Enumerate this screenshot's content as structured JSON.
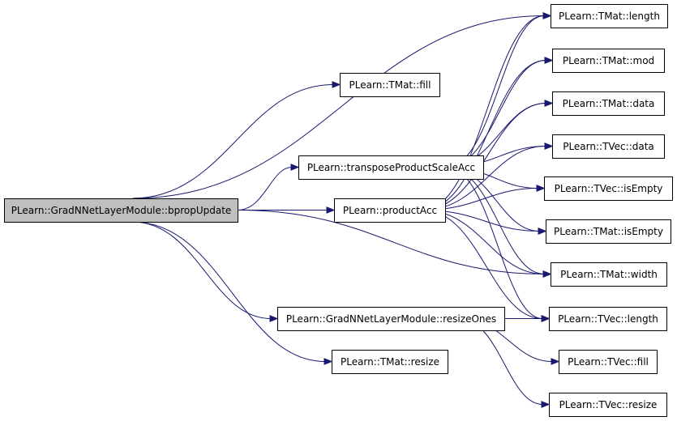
{
  "diagram": {
    "nodes": [
      {
        "id": "bprop",
        "label": "PLearn::GradNNetLayerModule::bpropUpdate",
        "root": true
      },
      {
        "id": "fill",
        "label": "PLearn::TMat::fill"
      },
      {
        "id": "tpsa",
        "label": "PLearn::transposeProductScaleAcc"
      },
      {
        "id": "prodacc",
        "label": "PLearn::productAcc"
      },
      {
        "id": "resizeones",
        "label": "PLearn::GradNNetLayerModule::resizeOnes"
      },
      {
        "id": "resize",
        "label": "PLearn::TMat::resize"
      },
      {
        "id": "tlength",
        "label": "PLearn::TMat::length"
      },
      {
        "id": "tmod",
        "label": "PLearn::TMat::mod"
      },
      {
        "id": "tdata",
        "label": "PLearn::TMat::data"
      },
      {
        "id": "vdata",
        "label": "PLearn::TVec::data"
      },
      {
        "id": "visempty",
        "label": "PLearn::TVec::isEmpty"
      },
      {
        "id": "tisempty",
        "label": "PLearn::TMat::isEmpty"
      },
      {
        "id": "twidth",
        "label": "PLearn::TMat::width"
      },
      {
        "id": "vlength",
        "label": "PLearn::TVec::length"
      },
      {
        "id": "vfill",
        "label": "PLearn::TVec::fill"
      },
      {
        "id": "vresize",
        "label": "PLearn::TVec::resize"
      }
    ],
    "edges": [
      [
        "bprop",
        "fill"
      ],
      [
        "bprop",
        "tpsa"
      ],
      [
        "bprop",
        "prodacc"
      ],
      [
        "bprop",
        "resizeones"
      ],
      [
        "bprop",
        "resize"
      ],
      [
        "bprop",
        "tlength"
      ],
      [
        "bprop",
        "twidth"
      ],
      [
        "tpsa",
        "tlength"
      ],
      [
        "tpsa",
        "tmod"
      ],
      [
        "tpsa",
        "tdata"
      ],
      [
        "tpsa",
        "vdata"
      ],
      [
        "tpsa",
        "visempty"
      ],
      [
        "tpsa",
        "tisempty"
      ],
      [
        "tpsa",
        "twidth"
      ],
      [
        "tpsa",
        "vlength"
      ],
      [
        "prodacc",
        "tlength"
      ],
      [
        "prodacc",
        "tmod"
      ],
      [
        "prodacc",
        "tdata"
      ],
      [
        "prodacc",
        "vdata"
      ],
      [
        "prodacc",
        "visempty"
      ],
      [
        "prodacc",
        "tisempty"
      ],
      [
        "prodacc",
        "twidth"
      ],
      [
        "prodacc",
        "vlength"
      ],
      [
        "resizeones",
        "vlength"
      ],
      [
        "resizeones",
        "vfill"
      ],
      [
        "resizeones",
        "vresize"
      ]
    ]
  }
}
